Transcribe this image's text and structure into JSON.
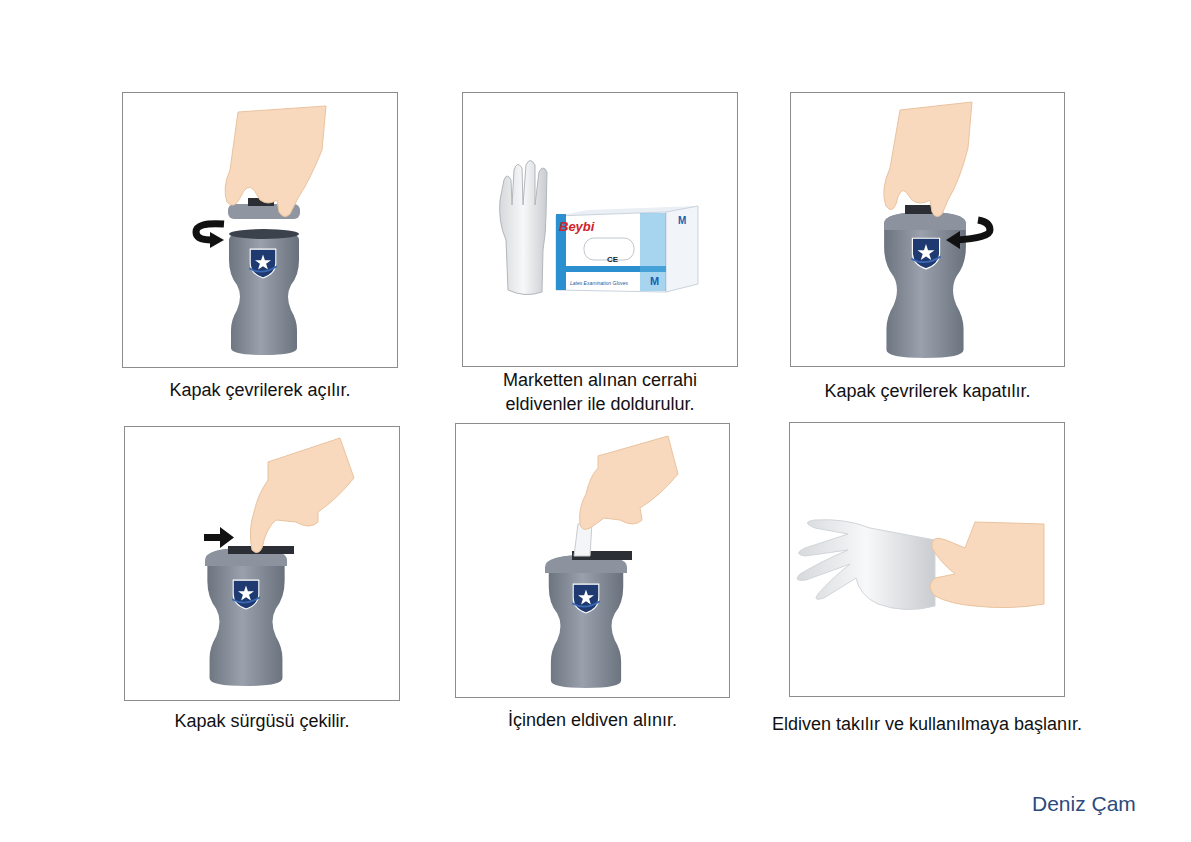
{
  "diagram": {
    "nodes": [
      {
        "text": [
          "Kapak çevrilerek açılır."
        ]
      },
      {
        "text": [
          "Marketten alınan cerrahi eldivenler ile doldurulur."
        ]
      },
      {
        "text": [
          "Kapak çevrilerek kapatılır."
        ]
      },
      {
        "text": [
          "Kapak sürgüsü çekilir."
        ]
      },
      {
        "text": [
          "İçinden eldiven alınır."
        ]
      },
      {
        "text": [
          "Eldiven takılır ve kullanılmaya başlanır."
        ]
      }
    ],
    "labels": [
      "Beybi",
      "CE",
      "Latex Examination Gloves",
      "M",
      "M",
      "Deniz Çam"
    ]
  }
}
